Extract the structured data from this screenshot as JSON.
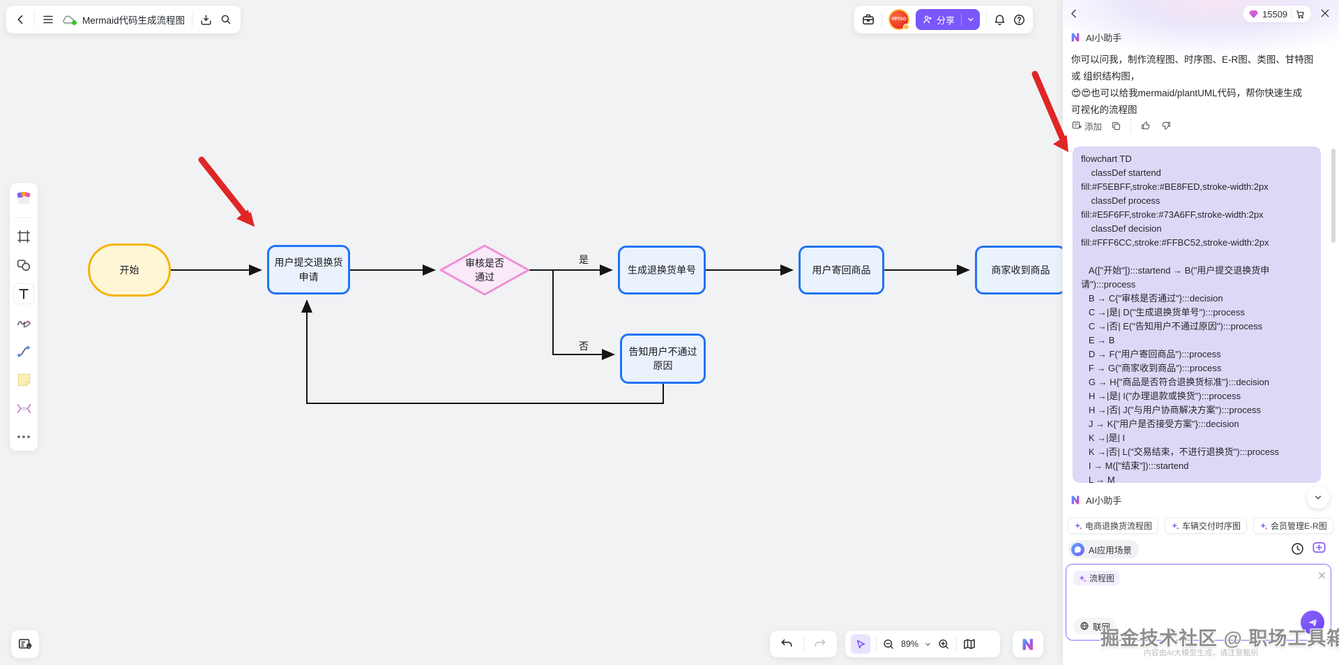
{
  "app": {
    "topbar": {
      "title": "Mermaid代码生成流程图",
      "share_label": "分享",
      "avatar_label": "PPTGO"
    },
    "zoom_level": "89%"
  },
  "canvas": {
    "flowchart": {
      "nodes": {
        "start": "开始",
        "submit": "用户提交退换货申请",
        "review": "审核是否通过",
        "generate": "生成退换货单号",
        "notify": "告知用户不通过原因",
        "send_back": "用户寄回商品",
        "received": "商家收到商品"
      },
      "edge_labels": {
        "yes": "是",
        "no": "否"
      },
      "colors": {
        "startend_fill": "#FFF6D6",
        "startend_stroke": "#F5B301",
        "process_fill": "#EAF2FE",
        "process_stroke": "#2173F5",
        "decision_fill": "#FAE9F9",
        "decision_stroke": "#EF8ED5"
      }
    }
  },
  "panel": {
    "coins": "15509",
    "assistant_name": "AI小助手",
    "intro": "你可以问我，制作流程图、时序图、E-R图、类图、甘特图\n或 组织结构图，\n😍😍也可以给我mermaid/plantUML代码，帮你快速生成\n可视化的流程图",
    "actions": {
      "add": "添加"
    },
    "code": "flowchart TD\n    classDef startend\nfill:#F5EBFF,stroke:#BE8FED,stroke-width:2px\n    classDef process\nfill:#E5F6FF,stroke:#73A6FF,stroke-width:2px\n    classDef decision\nfill:#FFF6CC,stroke:#FFBC52,stroke-width:2px\n\n   A([\"开始\"]):::startend → B(\"用户提交退换货申\n请\"):::process\n   B → C{\"审核是否通过\"}:::decision\n   C →|是| D(\"生成退换货单号\"):::process\n   C →|否| E(\"告知用户不通过原因\"):::process\n   E → B\n   D → F(\"用户寄回商品\"):::process\n   F → G(\"商家收到商品\"):::process\n   G → H{\"商品是否符合退换货标准\"}:::decision\n   H →|是| I(\"办理退款或换货\"):::process\n   H →|否| J(\"与用户协商解决方案\"):::process\n   J → K{\"用户是否接受方案\"}:::decision\n   K →|是| I\n   K →|否| L(\"交易结束，不进行退换货\"):::process\n   I → M([\"结束\"]):::startend\n   L → M",
    "assistant_name2": "AI小助手",
    "chips": [
      "电商退换货流程图",
      "车辆交付时序图",
      "会员管理E-R图"
    ],
    "scene_label": "AI应用场景",
    "input": {
      "tag": "流程图",
      "network": "联网"
    },
    "disclaimer": "内容由AI大模型生成，请注意甄别"
  },
  "watermark": "掘金技术社区 @ 职场工具箱"
}
